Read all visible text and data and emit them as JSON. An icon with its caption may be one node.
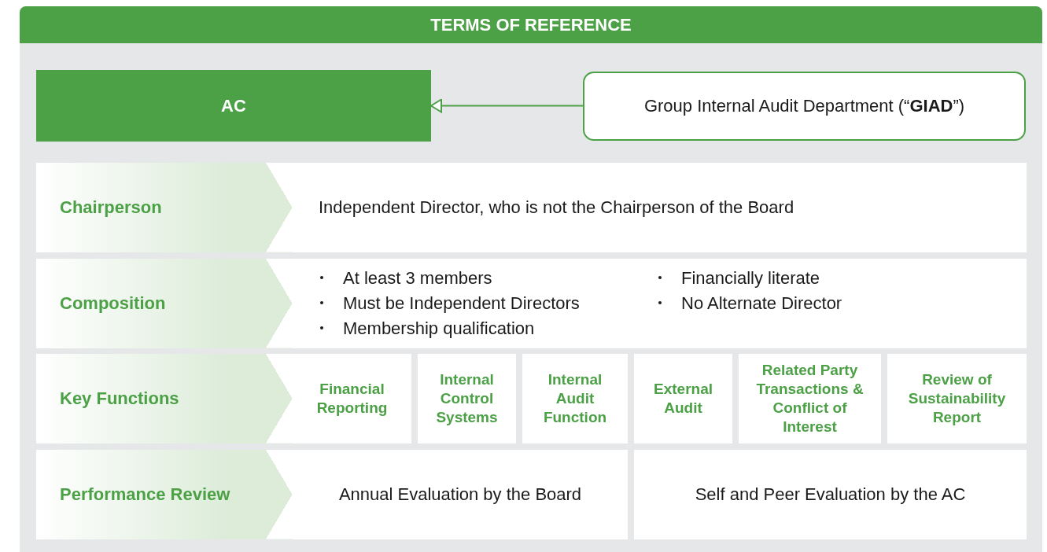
{
  "diagram": {
    "title": "TERMS OF REFERENCE",
    "nodes": [
      {
        "text": [
          "AC"
        ]
      },
      {
        "text": [
          "Group Internal Audit Department (“**GIAD**”)"
        ]
      },
      {
        "text": [
          "Chairperson"
        ]
      },
      {
        "text": [
          "Independent Director, who is not the Chairperson of the Board"
        ]
      },
      {
        "text": [
          "Composition"
        ]
      },
      {
        "text": [
          "At least 3 members",
          "Must be Independent Directors",
          "Membership qualification",
          "Financially literate",
          "No Alternate Director"
        ]
      },
      {
        "text": [
          "Key Functions"
        ]
      },
      {
        "text": [
          "Financial Reporting"
        ]
      },
      {
        "text": [
          "Internal Control Systems"
        ]
      },
      {
        "text": [
          "Internal Audit Function"
        ]
      },
      {
        "text": [
          "External Audit"
        ]
      },
      {
        "text": [
          "Related Party Transactions & Conflict of Interest"
        ]
      },
      {
        "text": [
          "Review of Sustainability Report"
        ]
      },
      {
        "text": [
          "Performance Review"
        ]
      },
      {
        "text": [
          "Annual Evaluation by the Board"
        ]
      },
      {
        "text": [
          "Self and Peer Evaluation by the AC"
        ]
      }
    ],
    "edges": [
      {
        "from": 1,
        "to": 0,
        "arrow": "to"
      }
    ]
  }
}
